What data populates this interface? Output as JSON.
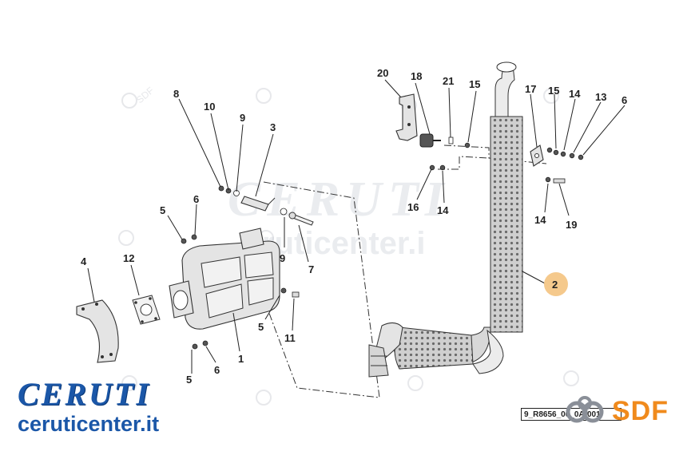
{
  "diagram": {
    "callouts": {
      "c1": "1",
      "c2": "2",
      "c3": "3",
      "c4": "4",
      "c5a": "5",
      "c5b": "5",
      "c5c": "5",
      "c6a": "6",
      "c6b": "6",
      "c6c": "6",
      "c7": "7",
      "c8": "8",
      "c9a": "9",
      "c9b": "9",
      "c10": "10",
      "c11": "11",
      "c12": "12",
      "c13": "13",
      "c14a": "14",
      "c14b": "14",
      "c14c": "14",
      "c15a": "15",
      "c15b": "15",
      "c16": "16",
      "c17": "17",
      "c18": "18",
      "c19": "19",
      "c20": "20",
      "c21": "21"
    },
    "highlight_color": "#f5c98c",
    "drawing_code": "9_R8656_00_0A-001"
  },
  "watermark": {
    "big_text": "CERUTI",
    "url_text": "ruticenter.i",
    "small_mark": "SDF"
  },
  "branding": {
    "logo_text": "CERUTI",
    "url": "ceruticenter.it",
    "sdf_text": "SDF",
    "brand_blue": "#1b57a8",
    "sdf_orange": "#f08a1c"
  }
}
